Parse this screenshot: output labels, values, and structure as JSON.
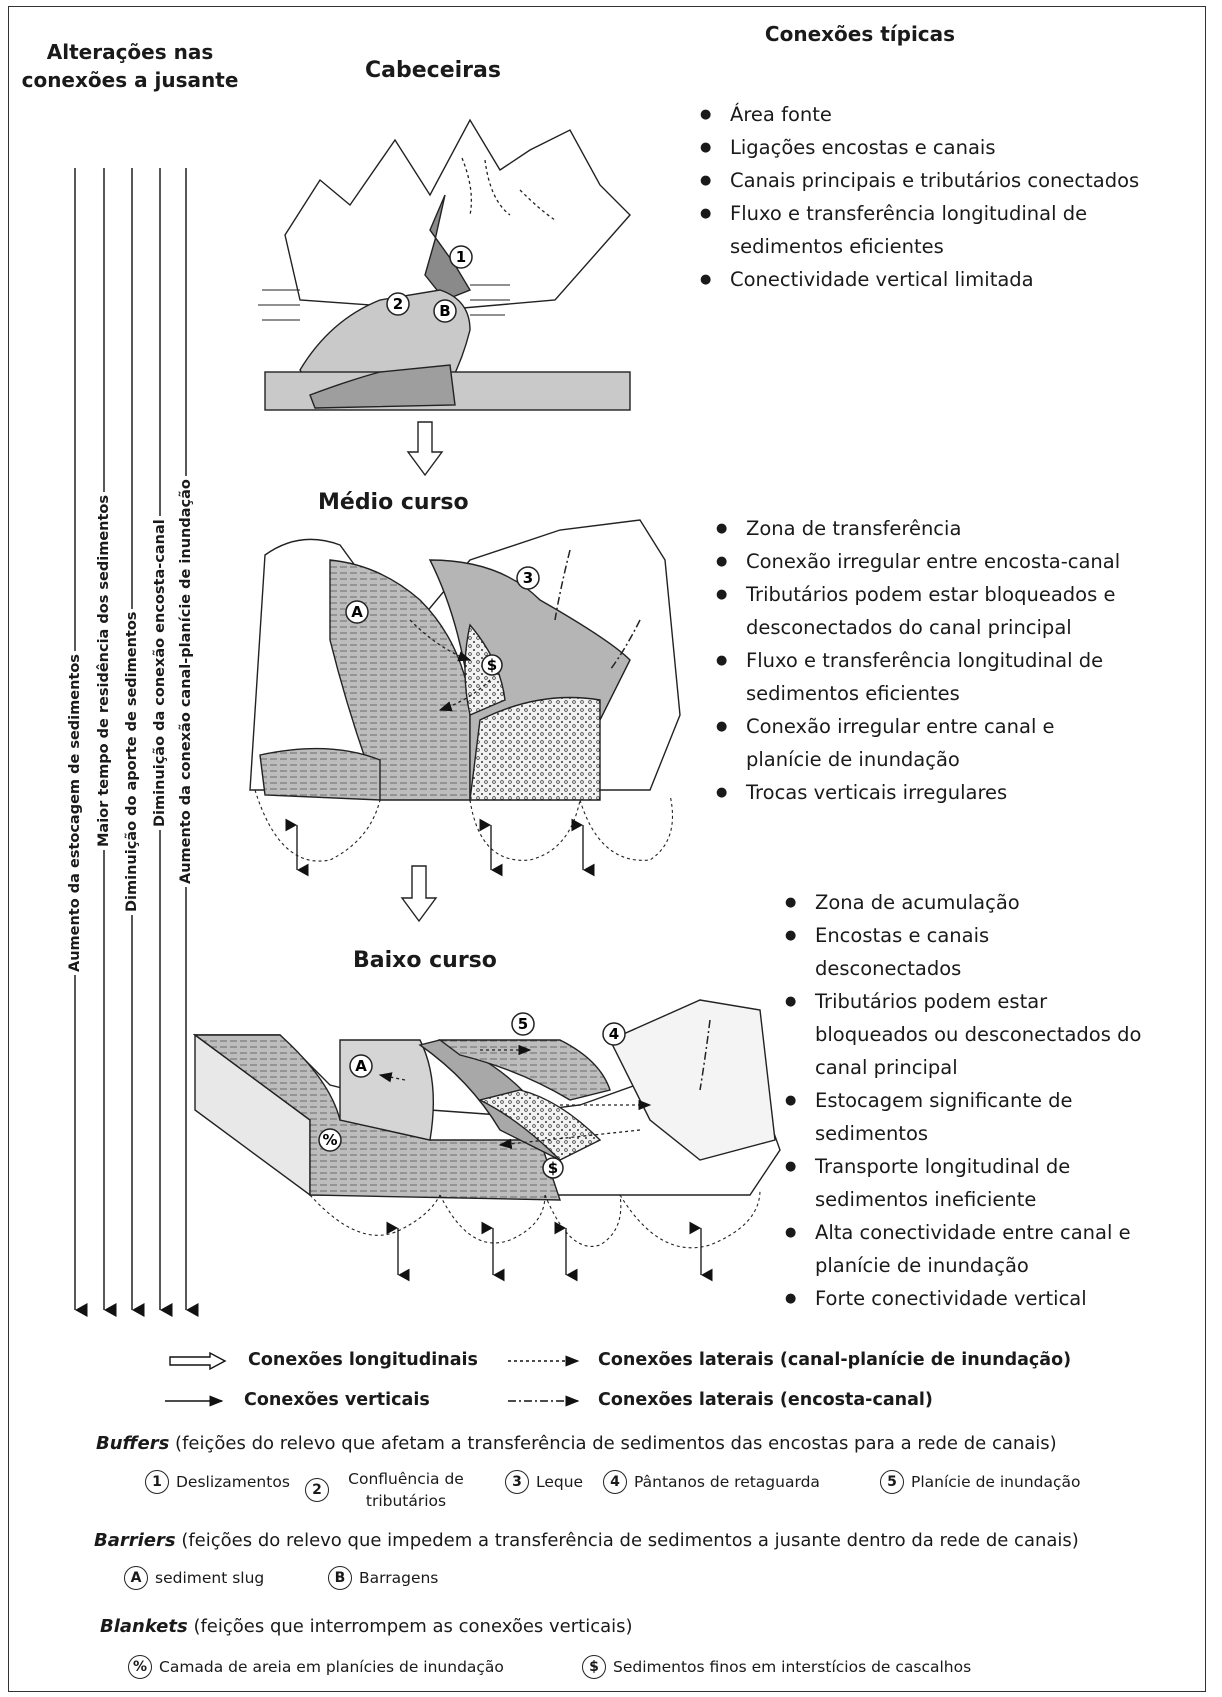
{
  "left_header": "Alterações nas conexões a jusante",
  "right_header": "Conexões típicas",
  "stages": [
    {
      "name": "Cabeceiras",
      "bullets": [
        "Área fonte",
        "Ligações encostas e canais",
        "Canais principais e tributários conectados",
        "Fluxo e transferência longitudinal de sedimentos eficientes",
        "Conectividade vertical limitada"
      ]
    },
    {
      "name": "Médio curso",
      "bullets": [
        "Zona de transferência",
        "Conexão irregular entre encosta-canal",
        "Tributários podem estar bloqueados e desconectados do canal principal",
        "Fluxo e transferência longitudinal de sedimentos eficientes",
        "Conexão irregular entre canal e planície de inundação",
        "Trocas verticais irregulares"
      ]
    },
    {
      "name": "Baixo curso",
      "bullets": [
        "Zona de acumulação",
        "Encostas e canais desconectados",
        "Tributários podem estar bloqueados ou desconectados do canal principal",
        "Estocagem significante de sedimentos",
        "Transporte longitudinal de sedimentos ineficiente",
        "Alta conectividade entre canal e planície de inundação",
        "Forte conectividade vertical"
      ]
    }
  ],
  "trends": [
    "Aumento da estocagem de sedimentos",
    "Maior tempo de residência dos sedimentos",
    "Diminuição do aporte de sedimentos",
    "Diminuição da conexão encosta-canal",
    "Aumento da conexão canal-planície de inundação"
  ],
  "map_markers": {
    "one": "1",
    "two": "2",
    "three": "3",
    "four": "4",
    "five": "5",
    "a": "A",
    "b": "B",
    "dollar": "$",
    "percent": "%"
  },
  "legend": {
    "longitudinal": "Conexões longitudinais",
    "lateral_floodplain": "Conexões laterais (canal-planície de inundação)",
    "vertical": "Conexões verticais",
    "lateral_hillslope": "Conexões laterais (encosta-canal)"
  },
  "categories": {
    "buffers": {
      "term": "Buffers",
      "desc": " (feições do relevo que afetam a transferência de sedimentos das encostas para a rede de canais)"
    },
    "barriers": {
      "term": "Barriers",
      "desc": " (feições do relevo que impedem a transferência de sedimentos a jusante dentro da rede de canais)"
    },
    "blankets": {
      "term": "Blankets",
      "desc": " (feições que interrompem as conexões verticais)"
    }
  },
  "buffer_items": [
    {
      "symbol": "1",
      "label": "Deslizamentos"
    },
    {
      "symbol": "2",
      "label": "Confluência de tributários"
    },
    {
      "symbol": "3",
      "label": "Leque"
    },
    {
      "symbol": "4",
      "label": "Pântanos de retaguarda"
    },
    {
      "symbol": "5",
      "label": "Planície de inundação"
    }
  ],
  "barrier_items": [
    {
      "symbol": "A",
      "label": "sediment slug"
    },
    {
      "symbol": "B",
      "label": "Barragens"
    }
  ],
  "blanket_items": [
    {
      "symbol": "%",
      "label": "Camada de areia em planícies de inundação"
    },
    {
      "symbol": "$",
      "label": "Sedimentos finos em interstícios de cascalhos"
    }
  ]
}
